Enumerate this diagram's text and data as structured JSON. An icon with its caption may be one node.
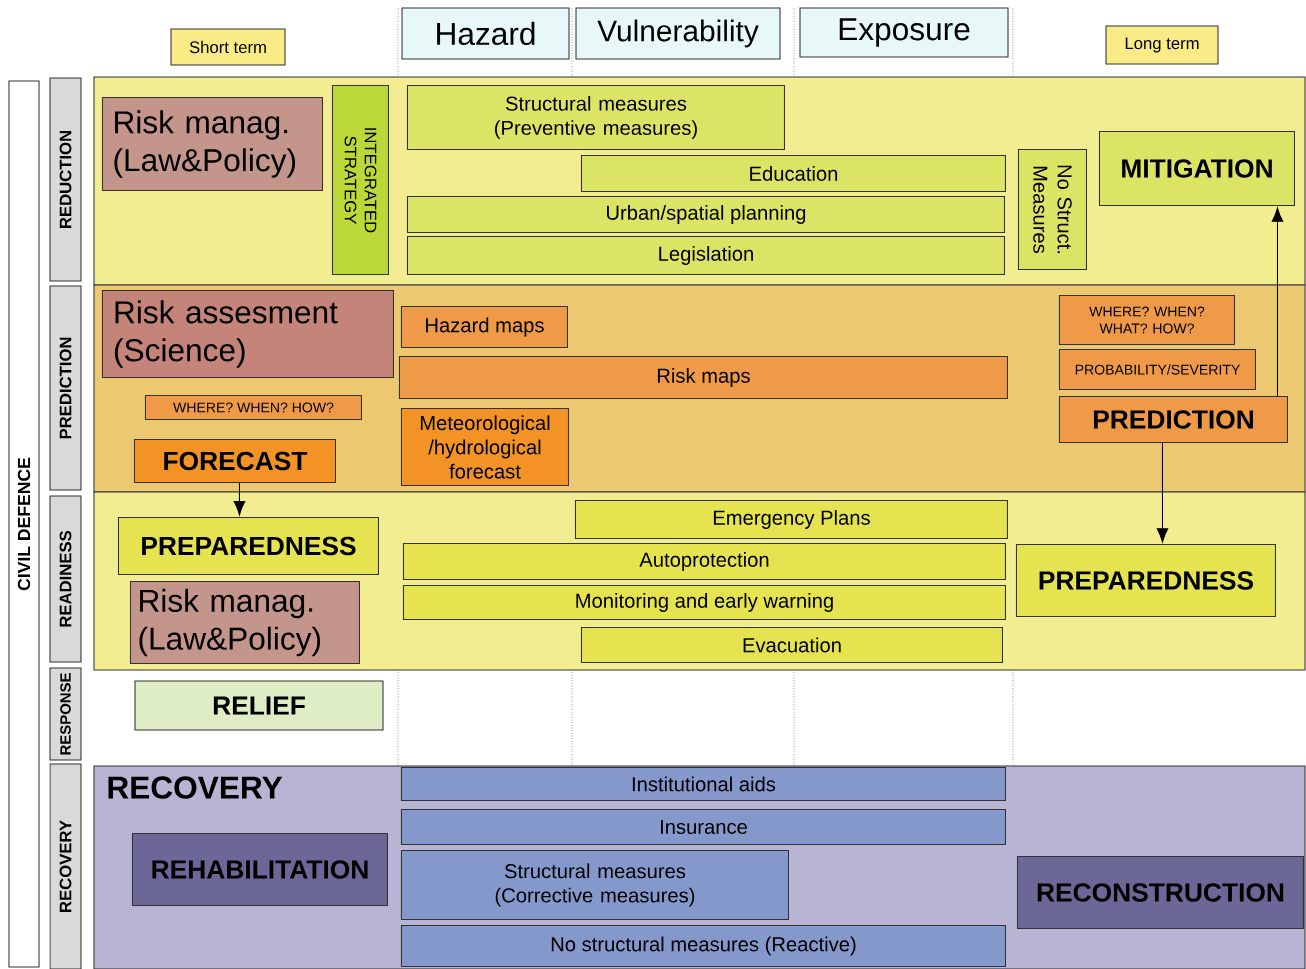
{
  "diagram": {
    "nodes": [
      {
        "text": [
          "CIVIL DEFENCE"
        ]
      },
      {
        "text": [
          "Short term"
        ]
      },
      {
        "text": [
          "Hazard"
        ]
      },
      {
        "text": [
          "Vulnerability"
        ]
      },
      {
        "text": [
          "Exposure"
        ]
      },
      {
        "text": [
          "Long term"
        ]
      },
      {
        "text": [
          "REDUCTION"
        ]
      },
      {
        "text": [],
        "shape": "box"
      },
      {
        "text": [
          "Risk manag. (Law&Policy)"
        ],
        "in": 7
      },
      {
        "text": [
          "INTEGRATED STRATEGY"
        ],
        "in": 7
      },
      {
        "text": [
          "Structural measures (Preventive measures)"
        ],
        "in": 7
      },
      {
        "text": [
          "Education"
        ],
        "in": 7
      },
      {
        "text": [
          "Urban/spatial planning"
        ],
        "in": 7
      },
      {
        "text": [
          "Legislation"
        ],
        "in": 7
      },
      {
        "text": [
          "No Struct. Measures"
        ],
        "in": 7
      },
      {
        "text": [
          "MITIGATION"
        ],
        "in": 7
      },
      {
        "text": [
          "PREDICTION"
        ]
      },
      {
        "text": [],
        "shape": "box"
      },
      {
        "text": [
          "Risk assesment (Science)"
        ],
        "in": 17
      },
      {
        "text": [
          "WHERE? WHEN? HOW?"
        ],
        "in": 17
      },
      {
        "text": [
          "FORECAST"
        ],
        "in": 17
      },
      {
        "text": [
          "Hazard maps"
        ],
        "in": 17
      },
      {
        "text": [
          "Risk maps"
        ],
        "in": 17
      },
      {
        "text": [
          "Meteorological /hydrological forecast"
        ],
        "in": 17
      },
      {
        "text": [
          "WHERE? WHEN? WHAT? HOW?"
        ],
        "in": 17
      },
      {
        "text": [
          "PROBABILITY/SEVERITY"
        ],
        "in": 17
      },
      {
        "text": [
          "PREDICTION"
        ],
        "in": 17
      },
      {
        "text": [
          "READINESS"
        ]
      },
      {
        "text": [],
        "shape": "box"
      },
      {
        "text": [
          "PREPAREDNESS"
        ],
        "in": 28
      },
      {
        "text": [
          "Risk manag. (Law&Policy)"
        ],
        "in": 28
      },
      {
        "text": [
          "Emergency Plans"
        ],
        "in": 28
      },
      {
        "text": [
          "Autoprotection"
        ],
        "in": 28
      },
      {
        "text": [
          "Monitoring and early warning"
        ],
        "in": 28
      },
      {
        "text": [
          "Evacuation"
        ],
        "in": 28
      },
      {
        "text": [
          "PREPAREDNESS"
        ],
        "in": 28
      },
      {
        "text": [
          "RESPONSE"
        ]
      },
      {
        "text": [
          "RELIEF"
        ]
      },
      {
        "text": [
          "RECOVERY"
        ]
      },
      {
        "text": [
          "RECOVERY"
        ]
      },
      {
        "text": [
          "REHABILITATION"
        ],
        "in": 39
      },
      {
        "text": [
          "Institutional aids"
        ],
        "in": 39
      },
      {
        "text": [
          "Insurance"
        ],
        "in": 39
      },
      {
        "text": [
          "Structural measures (Corrective measures)"
        ],
        "in": 39
      },
      {
        "text": [
          "No structural measures (Reactive)"
        ],
        "in": 39
      },
      {
        "text": [
          "RECONSTRUCTION"
        ],
        "in": 39
      }
    ],
    "edges": [
      {
        "from": 20,
        "to": 29,
        "arrow": "to"
      },
      {
        "from": 26,
        "to": 15,
        "arrow": "to"
      },
      {
        "from": 26,
        "to": 35,
        "arrow": "to"
      }
    ]
  }
}
